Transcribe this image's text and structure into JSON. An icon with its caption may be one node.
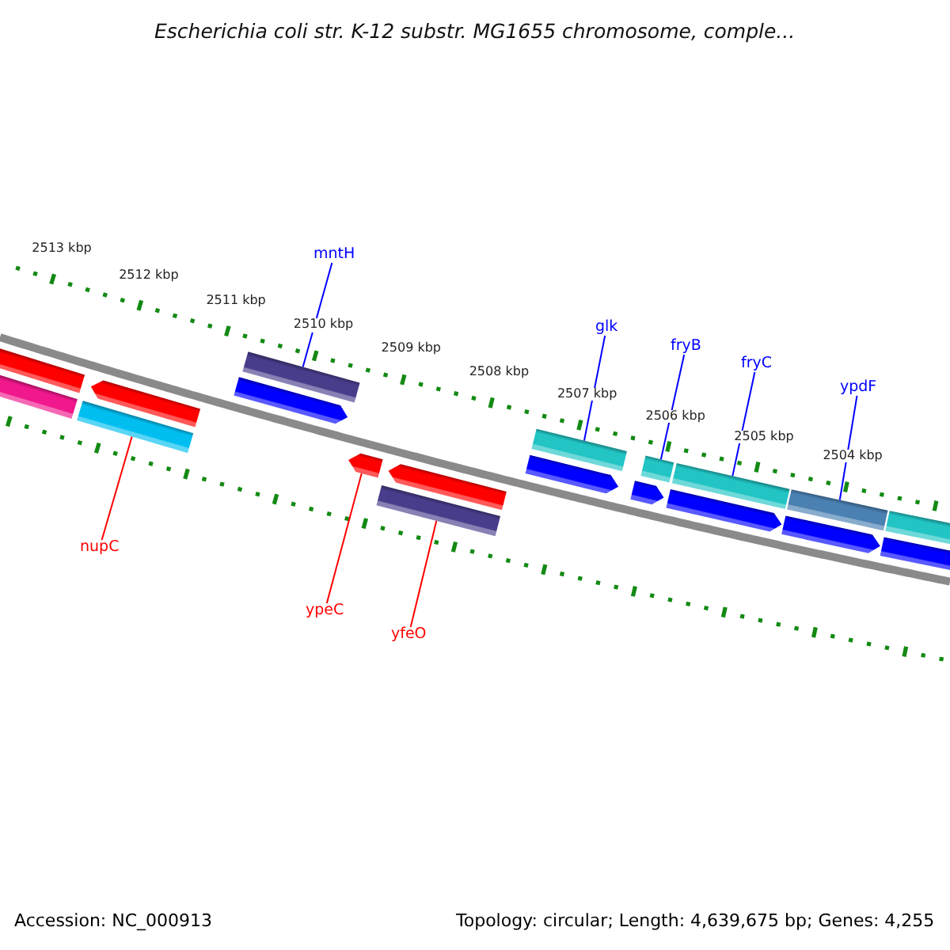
{
  "diagram": {
    "title": "Escherichia coli str. K-12 substr. MG1655 chromosome, comple...",
    "nodes": [
      {
        "text": [
          "mntH"
        ]
      },
      {
        "text": [
          "glk"
        ]
      },
      {
        "text": [
          "fryB"
        ]
      },
      {
        "text": [
          "fryC"
        ]
      },
      {
        "text": [
          "ypdF"
        ]
      },
      {
        "text": [
          "nupC"
        ]
      },
      {
        "text": [
          "ypeC"
        ]
      },
      {
        "text": [
          "yfeO"
        ]
      },
      {
        "text": [],
        "shape": "bar"
      },
      {
        "text": [],
        "shape": "bar"
      },
      {
        "text": [],
        "shape": "bar"
      },
      {
        "text": [],
        "shape": "bar"
      },
      {
        "text": [],
        "shape": "bar"
      },
      {
        "text": [],
        "shape": "bar"
      },
      {
        "text": [],
        "shape": "bar"
      },
      {
        "text": [],
        "shape": "pentagon"
      },
      {
        "text": [],
        "shape": "pentagon"
      }
    ],
    "edges": [
      {
        "from": 0,
        "to": 8,
        "arrow": "none"
      },
      {
        "from": 1,
        "to": 9,
        "arrow": "none"
      },
      {
        "from": 2,
        "to": 10,
        "arrow": "none"
      },
      {
        "from": 3,
        "to": 11,
        "arrow": "none"
      },
      {
        "from": 4,
        "to": 12,
        "arrow": "none"
      },
      {
        "from": 5,
        "to": 13,
        "arrow": "none",
        "color": "#ff0000"
      },
      {
        "from": 6,
        "to": 15,
        "arrow": "none",
        "color": "#ff0000"
      },
      {
        "from": 7,
        "to": 14,
        "arrow": "none",
        "color": "#ff0000"
      }
    ],
    "labels": [
      "2513 kbp",
      "2512 kbp",
      "2511 kbp",
      "2510 kbp",
      "2509 kbp",
      "2508 kbp",
      "2507 kbp",
      "2506 kbp",
      "2505 kbp",
      "2504 kbp",
      "Accession: NC_000913",
      "Topology: circular; Length: 4,639,675 bp; Genes: 4,255"
    ]
  }
}
